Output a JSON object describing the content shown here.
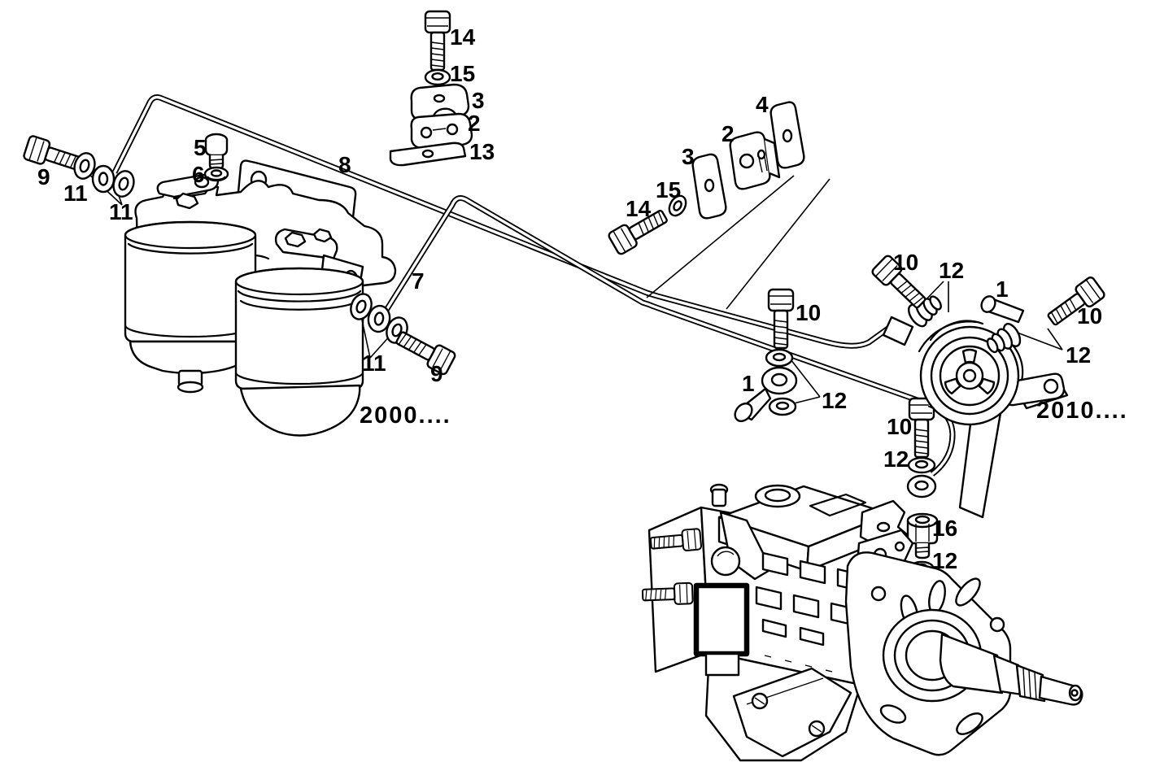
{
  "diagram": {
    "background_color": "#ffffff",
    "line_color": "#000000",
    "callouts": [
      {
        "label": "14"
      },
      {
        "label": "15"
      },
      {
        "label": "3"
      },
      {
        "label": "2"
      },
      {
        "label": "13"
      },
      {
        "label": "5"
      },
      {
        "label": "6"
      },
      {
        "label": "9"
      },
      {
        "label": "11"
      },
      {
        "label": "11"
      },
      {
        "label": "8"
      },
      {
        "label": "7"
      },
      {
        "label": "11"
      },
      {
        "label": "9"
      },
      {
        "label": "4"
      },
      {
        "label": "2"
      },
      {
        "label": "3"
      },
      {
        "label": "15"
      },
      {
        "label": "14"
      },
      {
        "label": "10"
      },
      {
        "label": "12"
      },
      {
        "label": "1"
      },
      {
        "label": "10"
      },
      {
        "label": "12"
      },
      {
        "label": "10"
      },
      {
        "label": "1"
      },
      {
        "label": "12"
      },
      {
        "label": "10"
      },
      {
        "label": "12"
      },
      {
        "label": "16"
      },
      {
        "label": "12"
      }
    ],
    "assembly_codes": [
      {
        "label": "2000...."
      },
      {
        "label": "2010...."
      }
    ]
  }
}
